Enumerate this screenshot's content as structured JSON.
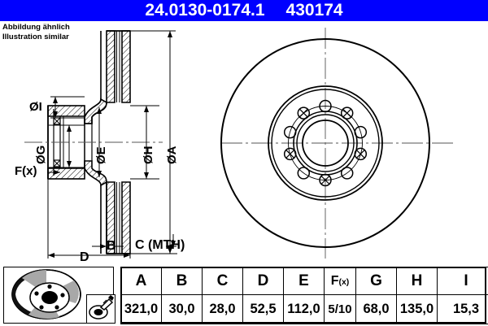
{
  "header": {
    "part_number": "24.0130-0174.1",
    "reference_number": "430174"
  },
  "note": {
    "line_de": "Abbildung ähnlich",
    "line_en": "Illustration similar"
  },
  "drawing": {
    "labels": {
      "dia_i": "ØI",
      "dia_g": "ØG",
      "dia_e": "ØE",
      "dia_h": "ØH",
      "dia_a": "ØA",
      "fx": "F(x)",
      "b": "B",
      "c_mth": "C (MTH)",
      "d": "D"
    },
    "front_view": {
      "bolt_hole_count": 10,
      "plain_hole_count": 5,
      "crossed_hole_count": 5
    }
  },
  "icons": {
    "disc": "brake-disc-photo-icon",
    "torque": "torque-wrench-photo-icon"
  },
  "table": {
    "headers": [
      "A",
      "B",
      "C",
      "D",
      "E",
      "F",
      "G",
      "H",
      "I"
    ],
    "fx_header_main": "F",
    "fx_header_sub": "(x)",
    "values": [
      "321,0",
      "30,0",
      "28,0",
      "52,5",
      "112,0",
      "5/10",
      "68,0",
      "135,0",
      "15,3"
    ]
  },
  "colors": {
    "header_background": "#0000FF",
    "header_text": "#FFFFFF",
    "line": "#000000",
    "page_background": "#FFFFFF"
  }
}
